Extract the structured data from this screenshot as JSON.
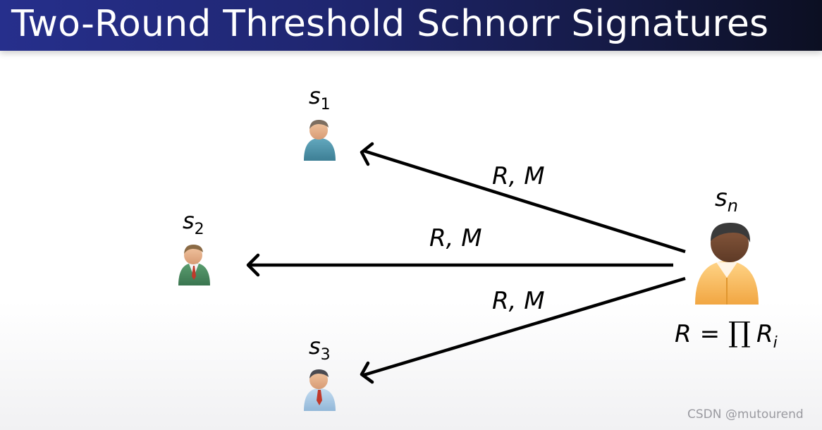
{
  "slide": {
    "title": "Two-Round Threshold Schnorr Signatures"
  },
  "nodes": {
    "s1": {
      "base": "s",
      "sub": "1"
    },
    "s2": {
      "base": "s",
      "sub": "2"
    },
    "s3": {
      "base": "s",
      "sub": "3"
    },
    "sn": {
      "base": "s",
      "sub": "n"
    }
  },
  "edges": [
    {
      "from": "sn",
      "to": "s1",
      "label": "R, M"
    },
    {
      "from": "sn",
      "to": "s2",
      "label": "R, M"
    },
    {
      "from": "sn",
      "to": "s3",
      "label": "R, M"
    }
  ],
  "formula": {
    "lhs": "R",
    "op": "=",
    "prod": "∏",
    "rhs_base": "R",
    "rhs_sub": "i"
  },
  "icons": {
    "s1": "person-icon",
    "s2": "person-suit-icon",
    "s3": "person-tie-icon",
    "sn": "person-large-icon"
  },
  "colors": {
    "title_bar": "#1f2670",
    "arrow": "#000000",
    "s1_shirt": "#4f97ad",
    "s2_suit": "#4b8d61",
    "s3_shirt": "#a8c8e6",
    "sn_shirt": "#f7bd63"
  },
  "watermark": "CSDN @mutourend"
}
